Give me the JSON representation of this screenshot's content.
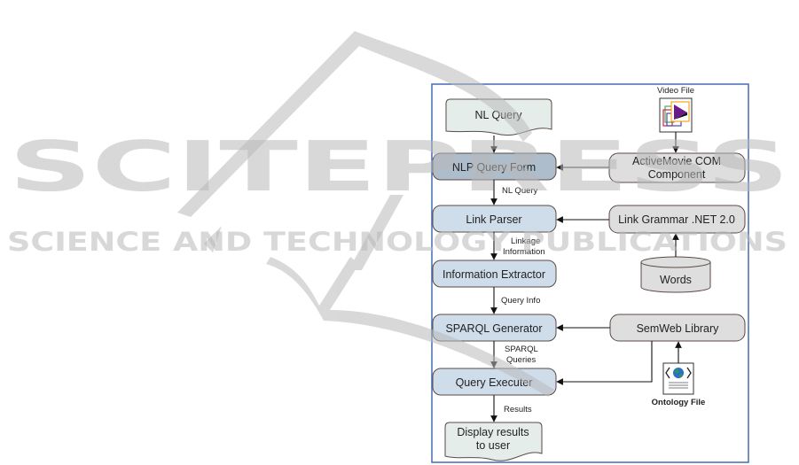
{
  "watermark": {
    "brand": "SCITEPRESS",
    "tagline": "SCIENCE AND TECHNOLOGY PUBLICATIONS",
    "color": "#b9b9b9"
  },
  "diagram": {
    "border_color": "#4f74b8",
    "colors": {
      "process_fill": "#cfdcea",
      "process_highlight_fill": "#aebdcc",
      "component_fill": "#dedede",
      "document_fill": "#e4ede9",
      "stroke": "#5a4a44",
      "arrow": "#111111"
    },
    "nodes": {
      "nl_query": "NL Query",
      "nlp_query_form": "NLP Query Form",
      "link_parser": "Link Parser",
      "information_extractor": "Information Extractor",
      "sparql_generator": "SPARQL Generator",
      "query_executer": "Query Executer",
      "display_results": [
        "Display results",
        "to user"
      ],
      "activemovie": [
        "ActiveMovie COM",
        "Component"
      ],
      "link_grammar": "Link Grammar .NET 2.0",
      "words": "Words",
      "semweb": "SemWeb Library"
    },
    "icons": {
      "video_file": {
        "caption": "Video File",
        "icon": "video-file-icon"
      },
      "ontology_file": {
        "caption": "Ontology File",
        "icon": "ontology-file-icon"
      }
    },
    "edge_labels": {
      "nl_query": "NL Query",
      "linkage": [
        "Linkage",
        "Information"
      ],
      "query_info": "Query Info",
      "sparql_queries": [
        "SPARQL",
        "Queries"
      ],
      "results": "Results"
    },
    "edges": [
      {
        "from": "NL Query",
        "to": "NLP Query Form"
      },
      {
        "from": "Video File",
        "to": "ActiveMovie COM Component"
      },
      {
        "from": "ActiveMovie COM Component",
        "to": "NLP Query Form"
      },
      {
        "from": "NLP Query Form",
        "to": "Link Parser",
        "label": "NL Query"
      },
      {
        "from": "Link Grammar .NET 2.0",
        "to": "Link Parser"
      },
      {
        "from": "Words",
        "to": "Link Grammar .NET 2.0"
      },
      {
        "from": "Link Parser",
        "to": "Information Extractor",
        "label": "Linkage Information"
      },
      {
        "from": "Information Extractor",
        "to": "SPARQL Generator",
        "label": "Query Info"
      },
      {
        "from": "SemWeb Library",
        "to": "SPARQL Generator"
      },
      {
        "from": "Ontology File",
        "to": "SemWeb Library"
      },
      {
        "from": "SPARQL Generator",
        "to": "Query Executer",
        "label": "SPARQL Queries"
      },
      {
        "from": "SemWeb Library",
        "to": "Query Executer"
      },
      {
        "from": "Query Executer",
        "to": "Display results to user",
        "label": "Results"
      }
    ]
  }
}
